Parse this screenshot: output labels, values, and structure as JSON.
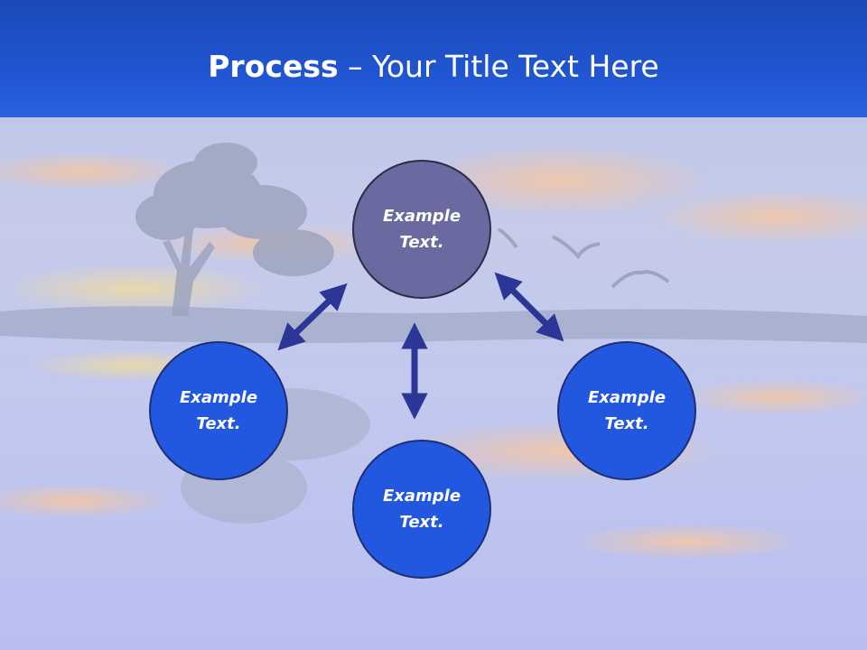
{
  "slide": {
    "title_bold": "Process",
    "title_rest": " – Your Title Text Here"
  },
  "nodes": [
    {
      "id": "top",
      "line1": "Example",
      "line2": "Text."
    },
    {
      "id": "left",
      "line1": "Example",
      "line2": "Text."
    },
    {
      "id": "bottom",
      "line1": "Example",
      "line2": "Text."
    },
    {
      "id": "right",
      "line1": "Example",
      "line2": "Text."
    }
  ],
  "colors": {
    "header": "#2157d4",
    "node_blue": "#2258e0",
    "node_top": "#6a6aa0",
    "arrow": "#2b3696"
  }
}
